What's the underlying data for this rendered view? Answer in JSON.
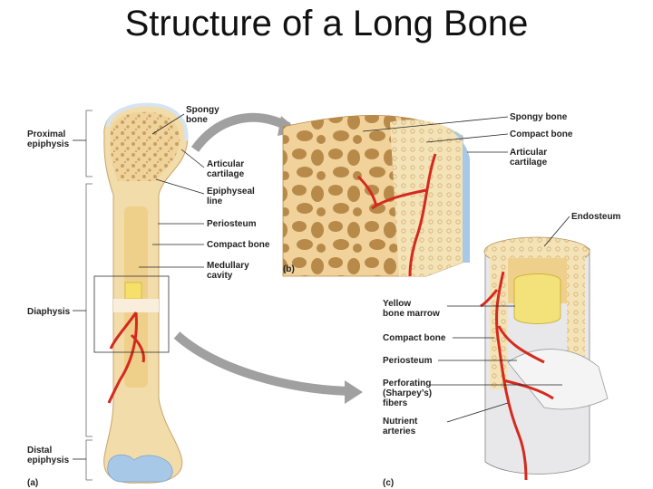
{
  "title": "Structure of a Long Bone",
  "panel_a": {
    "tag": "(a)",
    "regions": {
      "proximal": [
        "Proximal",
        "epiphysis"
      ],
      "diaphysis": [
        "Diaphysis"
      ],
      "distal": [
        "Distal",
        "epiphysis"
      ]
    },
    "labels": {
      "spongy": [
        "Spongy",
        "bone"
      ],
      "articular": [
        "Articular",
        "cartilage"
      ],
      "epiphyseal": [
        "Epiphyseal",
        "line"
      ],
      "periosteum": [
        "Periosteum"
      ],
      "compact": [
        "Compact bone"
      ],
      "medullary": [
        "Medullary",
        "cavity"
      ]
    }
  },
  "panel_b": {
    "tag": "(b)",
    "labels": {
      "spongy": [
        "Spongy bone"
      ],
      "compact": [
        "Compact bone"
      ],
      "articular": [
        "Articular",
        "cartilage"
      ]
    }
  },
  "panel_c": {
    "tag": "(c)",
    "labels": {
      "endosteum": [
        "Endosteum"
      ],
      "yellow": [
        "Yellow",
        "bone marrow"
      ],
      "compact": [
        "Compact bone"
      ],
      "periosteum": [
        "Periosteum"
      ],
      "perforating": [
        "Perforating",
        "(Sharpey’s)",
        "fibers"
      ],
      "nutrient": [
        "Nutrient",
        "arteries"
      ]
    }
  },
  "colors": {
    "bone": "#f2dcaa",
    "bone_dark": "#d8b878",
    "spongy": "#e9c98a",
    "cartilage": "#a8c8e8",
    "artery": "#d42a1e",
    "marrow": "#f3e27a",
    "arrow": "#a0a0a0"
  }
}
